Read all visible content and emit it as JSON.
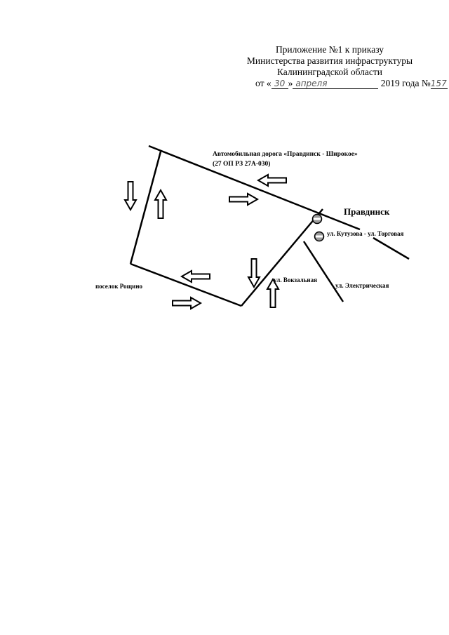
{
  "header": {
    "line1": "Приложение №1 к приказу",
    "line2": "Министерства развития инфраструктуры",
    "line3": "Калининградской области",
    "date_prefix": "от «",
    "date_day": "30",
    "date_mid": "»",
    "date_month": "апреля",
    "date_year": "2019 года №",
    "date_number": "157"
  },
  "map": {
    "road_name": "Автомобильная дорога «Правдинск - Широкое»",
    "road_code": "(27 ОП РЗ 27А-030)",
    "town": "Правдинск",
    "street_kutuzova": "ул. Кутузова - ул. Торговая",
    "street_vokzalnaya": "ул. Вокзальная",
    "street_elektricheskaya": "ул. Электрическая",
    "village": "поселок Рощино"
  }
}
